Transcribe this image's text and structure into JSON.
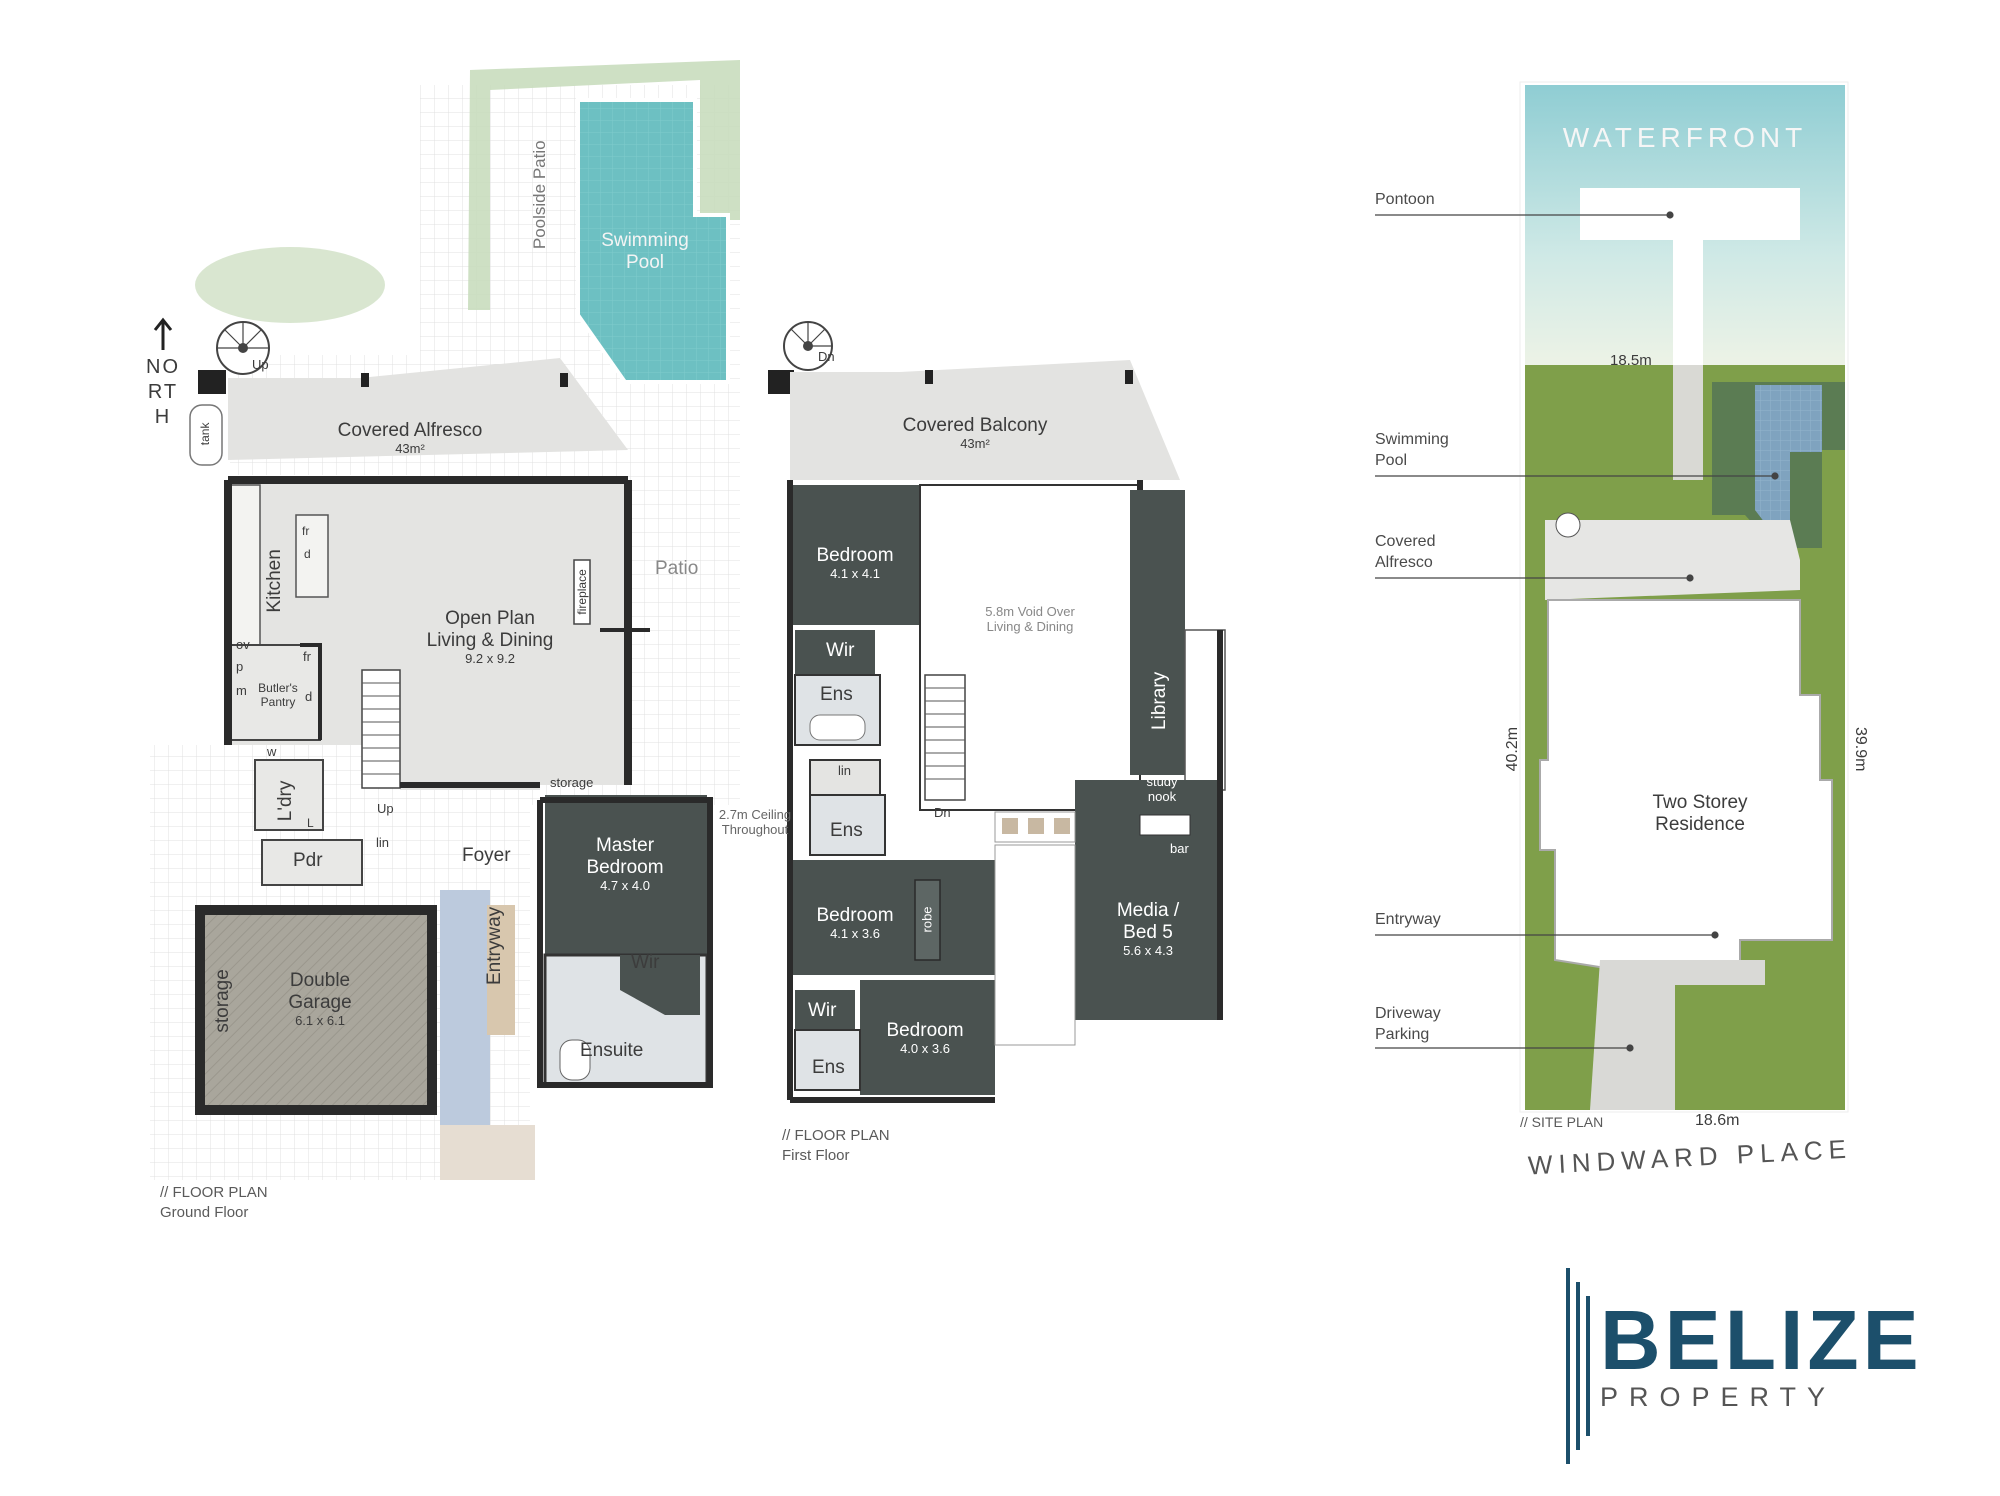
{
  "ground_floor": {
    "north": "NORTH",
    "up_spiral": "Up",
    "tank": "tank",
    "poolside_patio": "Poolside Patio",
    "swimming_pool": [
      "Swimming",
      "Pool"
    ],
    "covered_alfresco": {
      "name": "Covered Alfresco",
      "area": "43m²"
    },
    "kitchen": "Kitchen",
    "appliance_fr": "fr",
    "appliance_d": "d",
    "patio": "Patio",
    "fireplace": "fireplace",
    "open_plan": {
      "name_line1": "Open Plan",
      "name_line2": "Living & Dining",
      "dim": "9.2 x 9.2"
    },
    "ov": "ov",
    "p": "p",
    "fr2": "fr",
    "m": "m",
    "butlers_pantry": [
      "Butler's",
      "Pantry"
    ],
    "d2": "d",
    "w": "w",
    "laundry": "L'dry",
    "l": "L",
    "stairs_up": "Up",
    "storage": "storage",
    "pdr": "Pdr",
    "lin": "lin",
    "foyer": "Foyer",
    "master_bedroom": {
      "name_line1": "Master",
      "name_line2": "Bedroom",
      "dim": "4.7 x 4.0"
    },
    "wir": "Wir",
    "ensuite": "Ensuite",
    "entryway": "Entryway",
    "garage_storage": "storage",
    "double_garage": {
      "name_line1": "Double",
      "name_line2": "Garage",
      "dim": "6.1 x 6.1"
    },
    "caption_line1": "// FLOOR PLAN",
    "caption_line2": "Ground Floor"
  },
  "first_floor": {
    "dn_spiral": "Dn",
    "covered_balcony": {
      "name": "Covered Balcony",
      "area": "43m²"
    },
    "bedroom_1": {
      "name": "Bedroom",
      "dim": "4.1 x 4.1"
    },
    "void": {
      "line1": "5.8m Void Over",
      "line2": "Living & Dining"
    },
    "wir_1": "Wir",
    "ens_1": "Ens",
    "library": "Library",
    "lin": "lin",
    "ens_2": "Ens",
    "dn_stairs": "Dn",
    "ceiling_note": [
      "2.7m Ceiling",
      "Throughout"
    ],
    "study_nook": [
      "study",
      "nook"
    ],
    "bar": "bar",
    "bedroom_2": {
      "name": "Bedroom",
      "dim": "4.1 x 3.6"
    },
    "robe": "robe",
    "media": {
      "name_line1": "Media /",
      "name_line2": "Bed 5",
      "dim": "5.6 x 4.3"
    },
    "wir_2": "Wir",
    "ens_3": "Ens",
    "bedroom_3": {
      "name": "Bedroom",
      "dim": "4.0 x 3.6"
    },
    "caption_line1": "// FLOOR PLAN",
    "caption_line2": "First Floor"
  },
  "site_plan": {
    "waterfront": "WATERFRONT",
    "pontoon": "Pontoon",
    "width_top": "18.5m",
    "swimming_pool": [
      "Swimming",
      "Pool"
    ],
    "covered_alfresco": [
      "Covered",
      "Alfresco"
    ],
    "depth_left": "40.2m",
    "depth_right": "39.9m",
    "residence": [
      "Two Storey",
      "Residence"
    ],
    "entryway": "Entryway",
    "driveway": [
      "Driveway",
      "Parking"
    ],
    "caption": "// SITE PLAN",
    "width_bottom": "18.6m",
    "street": "WINDWARD PLACE"
  },
  "logo": {
    "name": "BELIZE",
    "sub": "PROPERTY"
  },
  "colors": {
    "wall": "#2a2a2a",
    "floor_light": "#e4e4e2",
    "room_dark": "#4a5250",
    "tile_line": "#e2e2e2",
    "pool": "#6cbfc0",
    "garden": "#7f9f4a",
    "water": "#9fd3d8",
    "brand": "#1c4f6b"
  }
}
